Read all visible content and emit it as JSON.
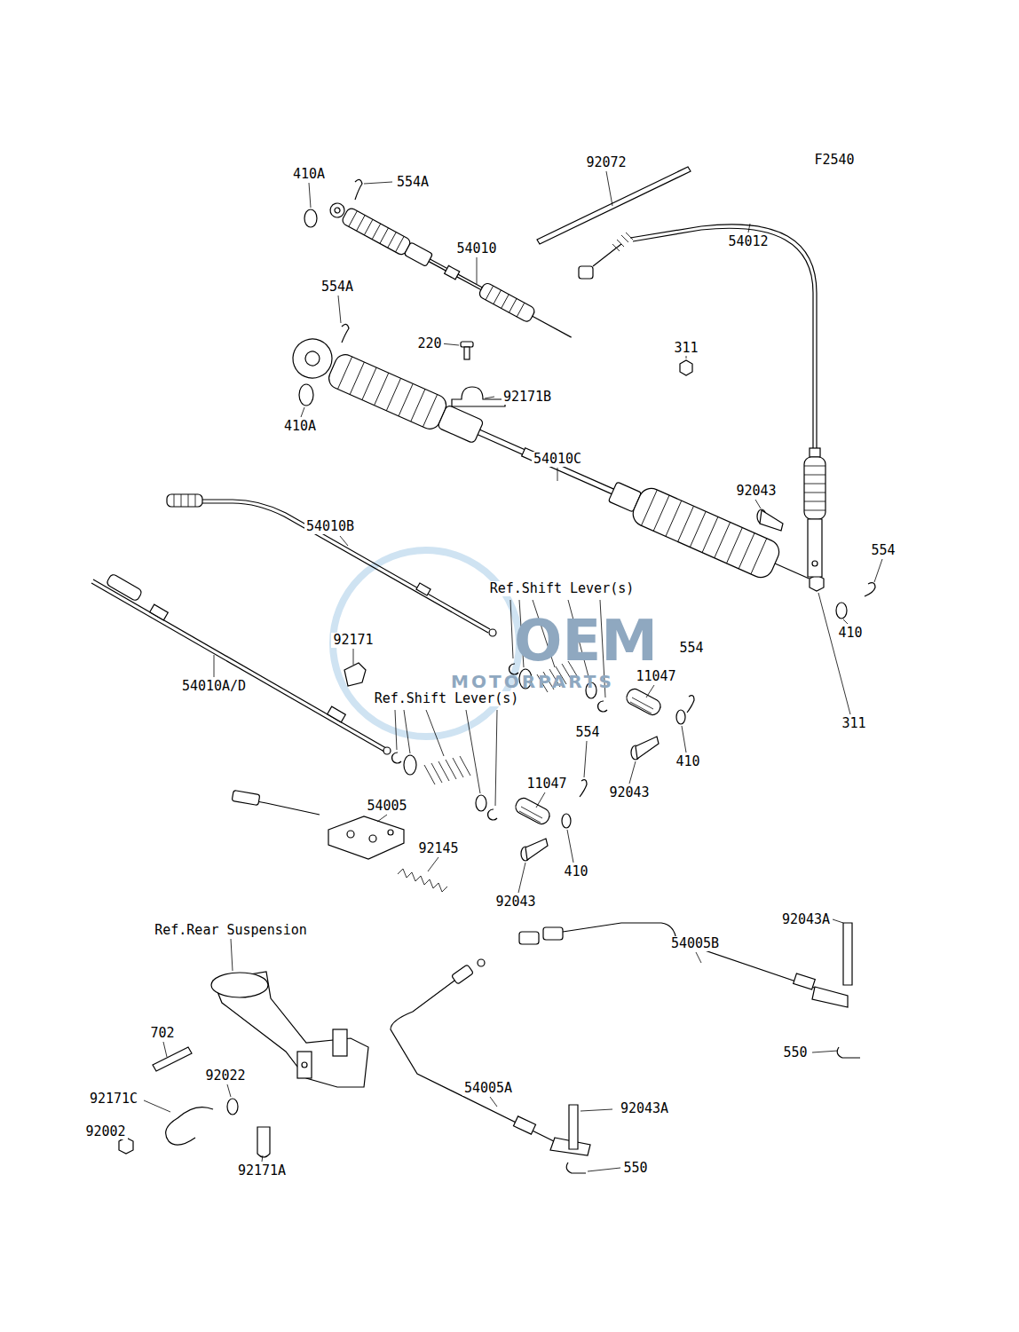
{
  "diagram": {
    "labels": [
      "F2540",
      "410A",
      "554A",
      "92072",
      "54012",
      "54010",
      "554A",
      "220",
      "311",
      "92171B",
      "410A",
      "54010C",
      "92043",
      "554",
      "54010B",
      "410",
      "311",
      "Ref.Shift Lever(s)",
      "554",
      "92171",
      "54010A/D",
      "11047",
      "Ref.Shift Lever(s)",
      "410",
      "92043",
      "554",
      "11047",
      "54005",
      "92145",
      "410",
      "92043",
      "Ref.Rear Suspension",
      "92043A",
      "54005B",
      "702",
      "92022",
      "92171C",
      "92002",
      "92171A",
      "54005A",
      "92043A",
      "550",
      "550",
      "OEM",
      "MOTORPARTS"
    ]
  }
}
